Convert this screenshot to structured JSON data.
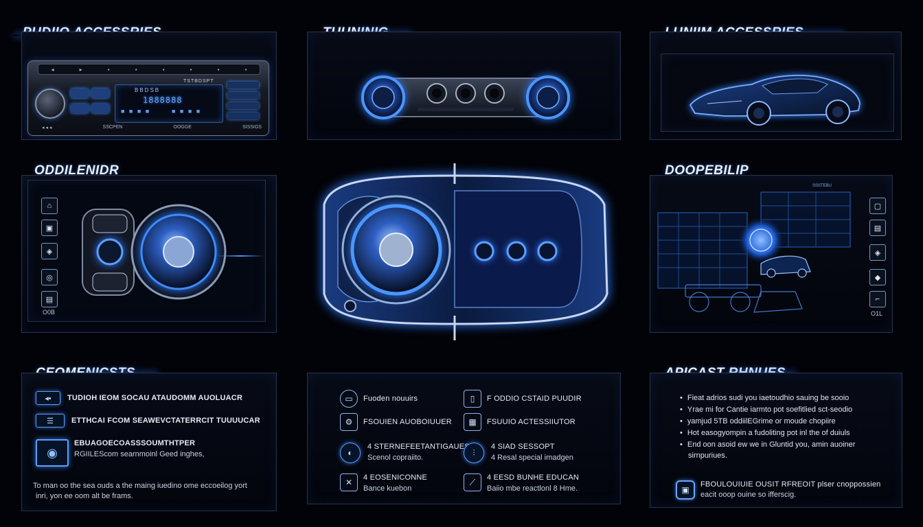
{
  "sections": {
    "audio": {
      "title": "PUDIIO ACCESSRIES"
    },
    "tuning": {
      "title": "TUUNINIG"
    },
    "lunim": {
      "title": "LUNIIM ACCESSRIES"
    },
    "oddilenidr": {
      "title": "ODDILENIDR",
      "corner_code": "O0B"
    },
    "doopebilip": {
      "title": "DOOPEBILIP",
      "corner_code": "O1L"
    },
    "ceomenists": {
      "title": "CEOMENICSTS",
      "items": [
        {
          "label": "TUDIOH IEOM SOCAU ATAUDOMM AUOLUACR"
        },
        {
          "label": "ETTHCAI FCOM SEAWEVCTATERRCIT TUUUUCAR"
        },
        {
          "label": "EBUAGOECOASSSOUMTHTPER",
          "sub": "RGIILEScom searnmoinl Geed inghes,"
        }
      ],
      "footer1": "To man oo the sea ouds a the maing iuedino ome eccoeilog yort",
      "footer2": "inri, yon ee oom alt be frams."
    },
    "middle": {
      "items": [
        {
          "label": "Fuoden nouuirs"
        },
        {
          "label": "F ODDIO CSTAID PUUDIR"
        },
        {
          "label": "FSOUIEN AUOBOIUUER"
        },
        {
          "label": "FSUUIO ACTESSIIUTOR"
        },
        {
          "label": "4 STERNEFEETANTIGAUES",
          "sub": "Scenol copraiito."
        },
        {
          "label": "4 SIAD SESSOPT",
          "sub": "4 Resal special imadgen"
        },
        {
          "label": "4 EOSENICONNE",
          "sub": "Bance kuebon"
        },
        {
          "label": "4 EESD BUNHE EDUCAN",
          "sub": "Baiio mbe reactlonl 8 Hme."
        }
      ]
    },
    "apicast": {
      "title": "APICAST RHNUES",
      "bullets": [
        "Fieat adrios sudi you iaetoudhio sauing be sooio",
        "Yrae mi for Cantie iarmto pot soefitlied sct-seodio",
        "yamjud 5TB oddiilEGrime or moude chopiire",
        "Hot easogyompin a fudoliting pot inl the of duiuls",
        "End oon asoid ew we in Gluntid you, amin auoiner"
      ],
      "bullet_cont": "sirnpuriues.",
      "footer1": "FBOULOUIUIE OUSIT RFREOIT plser cnoppossien",
      "footer2": "eacit ooop ouine so ifferscig."
    }
  },
  "radio": {
    "top_buttons": [
      "◂",
      "▸",
      "▪",
      "▪",
      "▪",
      "▪",
      "▪",
      "▪"
    ],
    "display_top": "BBDSB",
    "display_mid": "1888888",
    "lcd_a": "■ ■ ■ ■",
    "lcd_b": "■ ■ ■ ■",
    "brand": "TSTBDSPT",
    "labels_bottom": [
      "◂ ◂ ◂",
      "SSCPEN",
      "OOGGE",
      "SISSIGS"
    ]
  },
  "left_panel_buttons": [
    "⌂",
    "▣",
    "◈",
    "◎",
    "▤"
  ],
  "right_panel_buttons": [
    "▢",
    "▤",
    "◈",
    "◆",
    "⌐"
  ],
  "hud_readout": "SSSTEBU",
  "colors": {
    "accent": "#3d8bff",
    "glow": "#2f7bff",
    "background": "#020308"
  }
}
